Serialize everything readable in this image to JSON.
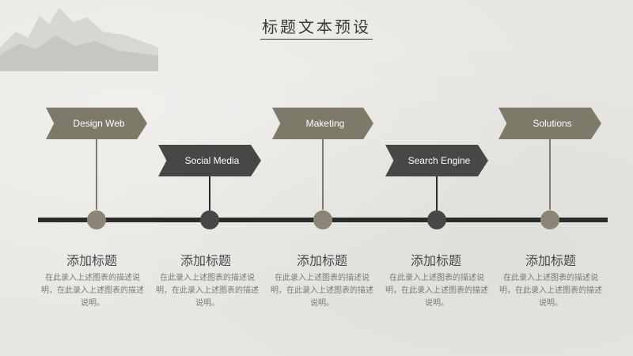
{
  "title": "标题文本预设",
  "colors": {
    "khaki": "#7d7a6a",
    "charcoal": "#474746",
    "line": "#2b2b2b"
  },
  "steps": [
    {
      "label": "Design Web",
      "heading": "添加标题",
      "desc": "在此录入上述图表的描述说明，在此录入上述图表的描述说明。"
    },
    {
      "label": "Social Media",
      "heading": "添加标题",
      "desc": "在此录入上述图表的描述说明，在此录入上述图表的描述说明。"
    },
    {
      "label": "Maketing",
      "heading": "添加标题",
      "desc": "在此录入上述图表的描述说明，在此录入上述图表的描述说明。"
    },
    {
      "label": "Search Engine",
      "heading": "添加标题",
      "desc": "在此录入上述图表的描述说明，在此录入上述图表的描述说明。"
    },
    {
      "label": "Solutions",
      "heading": "添加标题",
      "desc": "在此录入上述图表的描述说明，在此录入上述图表的描述说明。"
    }
  ]
}
